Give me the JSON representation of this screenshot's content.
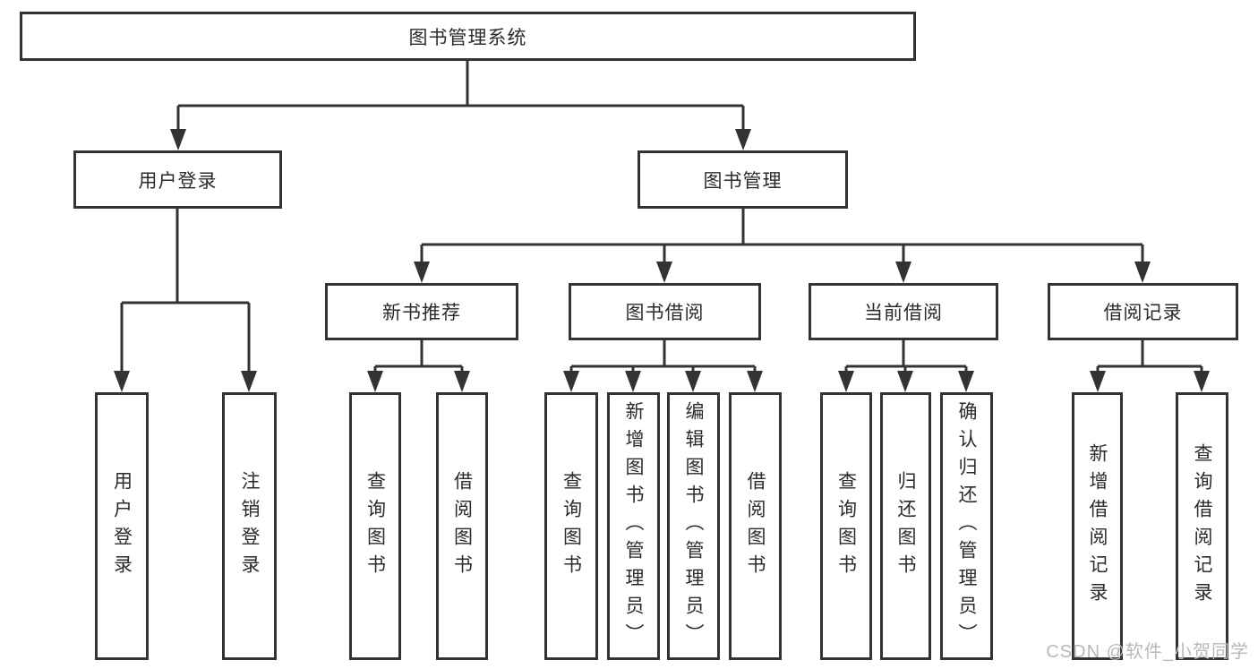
{
  "nodes": {
    "root": {
      "label": "图书管理系统"
    },
    "user_login": {
      "label": "用户登录"
    },
    "book_management": {
      "label": "图书管理"
    },
    "new_book_recommend": {
      "label": "新书推荐"
    },
    "book_borrow": {
      "label": "图书借阅"
    },
    "current_borrow": {
      "label": "当前借阅"
    },
    "borrow_record": {
      "label": "借阅记录"
    },
    "leaf_user_login": {
      "label": "用户登录"
    },
    "leaf_logout": {
      "label": "注销登录"
    },
    "leaf_query_books_1": {
      "label": "查询图书"
    },
    "leaf_borrow_books_1": {
      "label": "借阅图书"
    },
    "leaf_query_books_2": {
      "label": "查询图书"
    },
    "leaf_add_books_admin": {
      "label": "新增图书（管理员）"
    },
    "leaf_edit_books_admin": {
      "label": "编辑图书（管理员）"
    },
    "leaf_borrow_books_2": {
      "label": "借阅图书"
    },
    "leaf_query_books_3": {
      "label": "查询图书"
    },
    "leaf_return_books": {
      "label": "归还图书"
    },
    "leaf_confirm_return_admin": {
      "label": "确认归还（管理员）"
    },
    "leaf_add_borrow_record": {
      "label": "新增借阅记录"
    },
    "leaf_query_borrow_record": {
      "label": "查询借阅记录"
    }
  },
  "watermark": "CSDN @软件_小贺同学",
  "colors": {
    "line": "#333333",
    "text": "#2b2b2b",
    "watermark": "#b9b9b9",
    "background": "#ffffff"
  }
}
